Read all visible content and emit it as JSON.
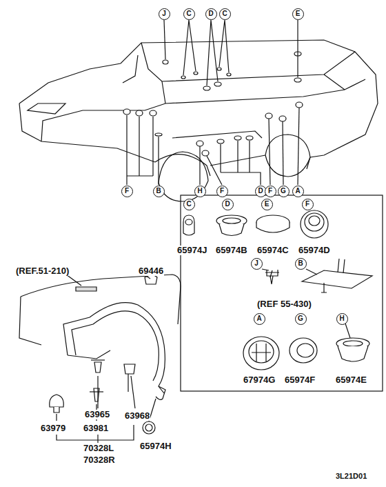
{
  "diagram": {
    "nodes": [
      {
        "text": [
          "J"
        ]
      },
      {
        "text": [
          "C"
        ]
      },
      {
        "text": [
          "D"
        ]
      },
      {
        "text": [
          "C"
        ]
      },
      {
        "text": [
          "E"
        ]
      },
      {
        "text": [
          "F"
        ]
      },
      {
        "text": [
          "B"
        ]
      },
      {
        "text": [
          "H"
        ]
      },
      {
        "text": [
          "F"
        ]
      },
      {
        "text": [
          "D"
        ]
      },
      {
        "text": [
          "F"
        ]
      },
      {
        "text": [
          "G"
        ]
      },
      {
        "text": [
          "A"
        ]
      },
      {
        "text": [
          "C"
        ]
      },
      {
        "text": [
          "D"
        ]
      },
      {
        "text": [
          "E"
        ]
      },
      {
        "text": [
          "F"
        ]
      },
      {
        "text": [
          "J"
        ]
      },
      {
        "text": [
          "B"
        ]
      },
      {
        "text": [
          "A"
        ]
      },
      {
        "text": [
          "G"
        ]
      },
      {
        "text": [
          "H"
        ]
      }
    ],
    "edges": [],
    "labels": [
      "65974J",
      "65974B",
      "65974C",
      "65974D",
      "(REF 55-430)",
      "67974G",
      "65974F",
      "65974E",
      "(REF.51-210)",
      "69446",
      "63965",
      "63968",
      "63979",
      "63981",
      "70328L",
      "70328R",
      "65974H",
      "3L21D01"
    ]
  }
}
